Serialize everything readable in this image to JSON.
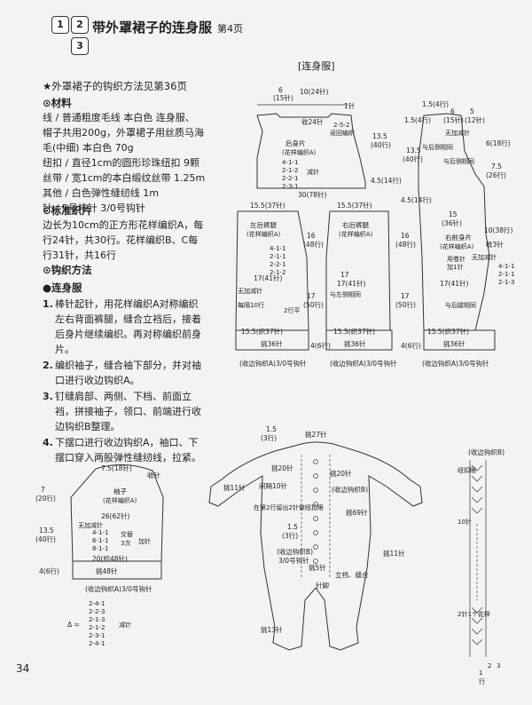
{
  "header": {
    "tab1": "1",
    "tab2": "2",
    "tab3": "3",
    "title": "带外罩裙子的连身服",
    "page": "第4页"
  },
  "left_text": {
    "note": "★外罩裙子的钩织方法见第36页",
    "materials_head": "⊙材料",
    "materials": [
      "线 / 普通粗度毛线 本白色 连身服、",
      "帽子共用200g，外罩裙子用丝质马海",
      "毛(中细) 本白色 70g",
      "纽扣 / 直径1cm的圆形珍珠纽扣 9颗",
      "丝带 / 宽1cm的本白缎纹丝带 1.25m",
      "其他 / 白色弹性缝纫线 1m",
      "针 / 5号棒针 3/0号钩针"
    ],
    "gauge_head": "⊙标准织片",
    "gauge": [
      "边长为10cm的正方形花样编织A，每",
      "行24针，共30行。花样编织B、C每",
      "行31针，共16行"
    ],
    "method_head": "⊙钩织方法",
    "sub_head": "●连身服",
    "steps": [
      {
        "n": "1.",
        "lines": [
          "棒针起针，用花样编织A对称编织",
          "左右背面裤腿，缝合立裆后，接着",
          "后身片继续编织。再对称编织前身",
          "片。"
        ]
      },
      {
        "n": "2.",
        "lines": [
          "编织袖子，缝合袖下部分，并对袖",
          "口进行收边钩织A。"
        ]
      },
      {
        "n": "3.",
        "lines": [
          "钉缝肩部、两侧、下档、前面立",
          "裆，拼接袖子，领口、前端进行收",
          "边钩织B整理。"
        ]
      },
      {
        "n": "4.",
        "lines": [
          "下摆口进行收边钩织A，袖口、下",
          "摆口穿入两股弹性缝纫线，拉紧。"
        ]
      }
    ]
  },
  "diagram": {
    "main_label": "[连身服]",
    "back_labels": {
      "t1a": "6",
      "t1b": "(15针)",
      "t2": "10(24针)",
      "t3": "1针",
      "t4": "收24针",
      "t5": "2-5-2",
      "t6": "返回编织",
      "body": "后身片",
      "body2": "(花样编织A)",
      "dec": [
        "4-1-1",
        "2-1-2",
        "2-2-1",
        "2-3-1"
      ],
      "dec_lbl": "减针",
      "h1": "13.5",
      "h1b": "(40行)",
      "w1": "30(78针)",
      "h2": "4.5(14行)"
    },
    "front_labels": {
      "t1": "1.5(4行)",
      "t2": "1.5(4行)",
      "t3": "6",
      "t4": "(15针)",
      "t5": "5",
      "t6": "(12针)",
      "nodec": "无加减针",
      "h1": "6(18行)",
      "h2": "7.5",
      "h3": "(26行)",
      "h4": "13.5",
      "h5": "(40行)",
      "same1": "与后侧相同",
      "same2": "与后侧相同",
      "h6": "4.5(14行)",
      "w1": "15",
      "w2": "(36针)",
      "piece": "右前身片",
      "piece2": "(花样编织A)",
      "r1": "10(38行)",
      "r2": "收3针",
      "collar": "用卷针",
      "collar2": "加1针",
      "nodec2": "无加减针",
      "r3": "4-1-1",
      "r4": "2-1-1",
      "r5": "2-1-3",
      "w3": "17(41针)",
      "same3": "与后腿相同",
      "w4": "15.5(织37针)",
      "w5": "挑36针"
    },
    "legs": {
      "w1": "15.5(37针)",
      "w2": "15.5(37针)",
      "lleg": "左后裤腿",
      "lleg2": "(花样编织A)",
      "rleg": "右后裤腿",
      "rleg2": "(花样编织A)",
      "h1": "16",
      "h2": "(48行)",
      "h3": "16",
      "h4": "(48行)",
      "dec": [
        "4-1-1",
        "2-1-1",
        "2-2-1",
        "2-1-2"
      ],
      "w3": "17(41针)",
      "w4": "17(41针)",
      "nodec": "无加减针",
      "gap": "每隔10行",
      "lside": "与左侧相同",
      "h5": "17",
      "h6": "(50行)",
      "h7": "17",
      "h8": "(50行)",
      "w5": "15.5(织37针)",
      "w6": "15.5(织37针)",
      "pick1": "挑36针",
      "pick2": "挑36针",
      "h9": "4(6行)",
      "h10": "4(6行)",
      "b1": "(收边钩织A)3/0号钩针",
      "b2": "(收边钩织A)3/0号钩针",
      "b3": "(收边钩织A)3/0号钩针",
      "side": "2行平"
    },
    "sleeve": {
      "top": "7.5(18针)",
      "dec": "收针",
      "h1": "7",
      "h1b": "(20行)",
      "name": "袖子",
      "name2": "(花样编织A)",
      "w1": "26(62针)",
      "nodec": "无加减针",
      "rows": [
        "4-1-1",
        "6-1-1",
        "8-1-1"
      ],
      "cross": "交替",
      "times": "3次",
      "add": "加针",
      "h2": "13.5",
      "h2b": "(40行)",
      "w2": "20(织48针)",
      "pick": "挑48针",
      "h3": "4(6行)",
      "border": "(收边钩织A)3/0号钩针",
      "delta": "Δ =",
      "drows": [
        "2-4-1",
        "2-2-3",
        "2-1-3",
        "2-1-2",
        "2-3-1",
        "2-4-1"
      ],
      "dlabel": "减针"
    },
    "garment": {
      "a1": "1.5",
      "a2": "(3行)",
      "neck": "挑27针",
      "p1": "挑20针",
      "p2": "间隔10针",
      "p3": "挑20针",
      "p4": "挑11针",
      "p5": "(收边钩织B)",
      "p6": "在第2行留出2针做纽扣眼",
      "p7": "挑69针",
      "p8": "1.5",
      "p9": "(3行)",
      "p10": "(收边钩织B)",
      "p11": "3/0号钩针",
      "p12": "挑5针",
      "p13": "立裆、缝合",
      "p14": "针脚",
      "p15": "挑11针",
      "p16": "挑13针"
    },
    "border_chart": {
      "title": "(收边钩织B)",
      "l1": "纽扣眼",
      "l2": "10针",
      "l3": "2针1个花样",
      "rows": [
        "2",
        "3",
        "1",
        "行"
      ]
    }
  },
  "page_number": "34"
}
